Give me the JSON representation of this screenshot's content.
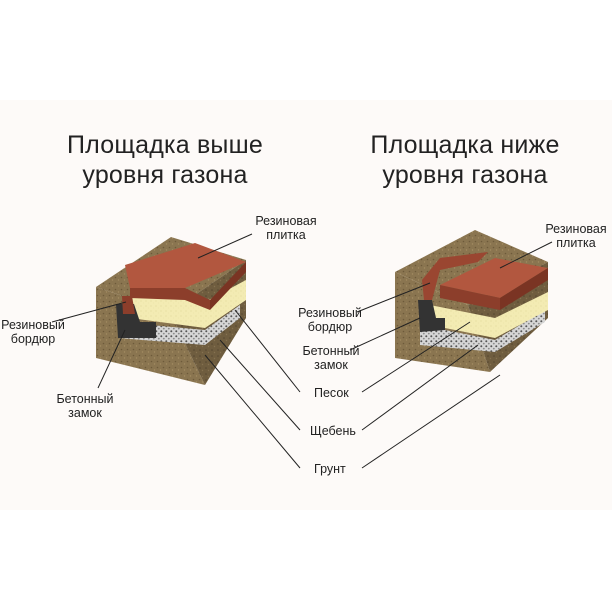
{
  "titles": {
    "left": "Площадка выше\nуровня газона",
    "right": "Площадка ниже\nуровня газона"
  },
  "labels": {
    "left_tile": "Резиновая\nплитка",
    "left_border": "Резиновый\nбордюр",
    "left_concrete": "Бетонный\nзамок",
    "sand": "Песок",
    "gravel": "Щебень",
    "soil": "Грунт",
    "right_tile": "Резиновая\nплитка",
    "right_border": "Резиновый\nбордюр",
    "right_concrete": "Бетонный\nзамок"
  },
  "colors": {
    "soil": "#8a7550",
    "tile": "#a8503a",
    "sand": "#f3ebb3",
    "gravel": "#c9c9c9",
    "concrete": "#333333"
  }
}
